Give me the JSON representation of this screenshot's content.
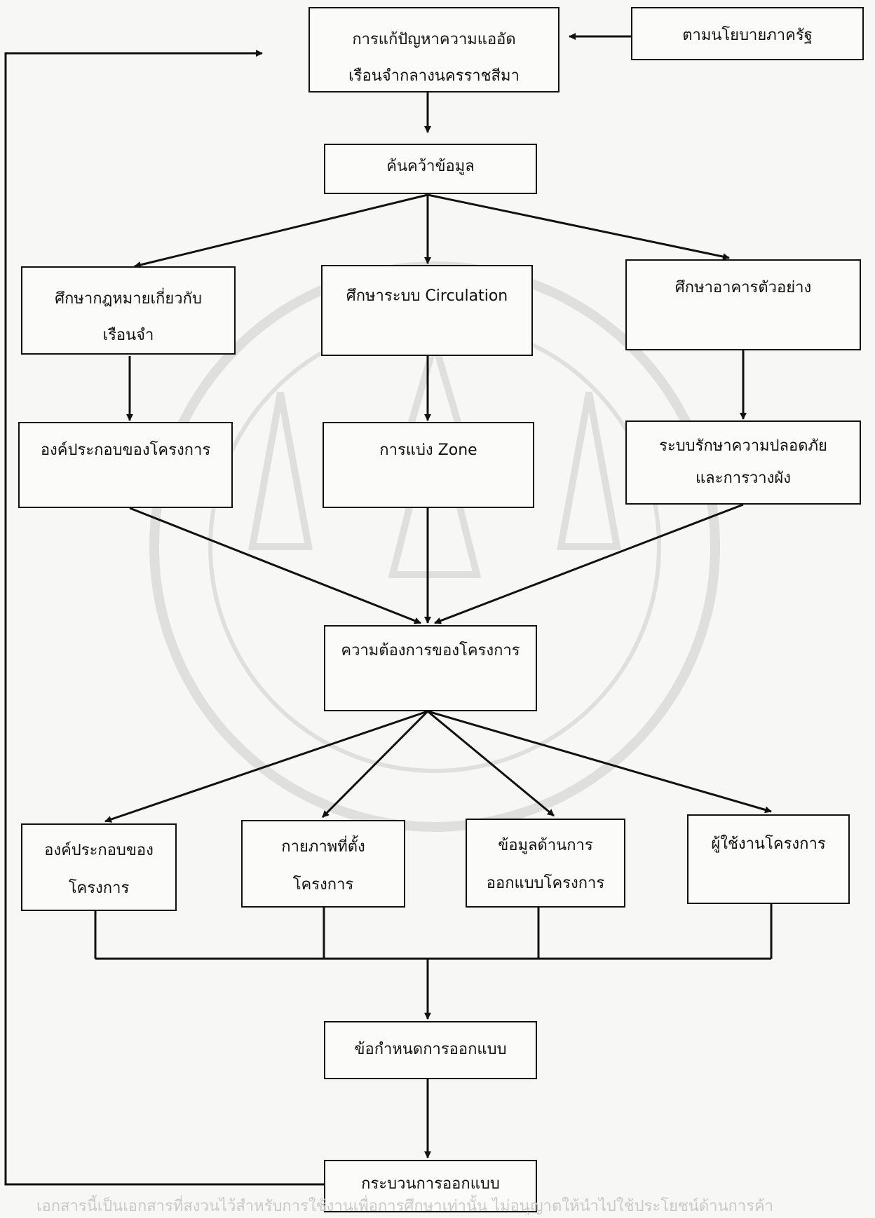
{
  "boxes": {
    "problem": [
      "การแก้ปัญหาความแออัด",
      "เรือนจำกลางนครราชสีมา"
    ],
    "policy": [
      "ตามนโยบายภาครัฐ"
    ],
    "research": [
      "ค้นคว้าข้อมูล"
    ],
    "study_law": [
      "ศึกษากฎหมายเกี่ยวกับ",
      "เรือนจำ"
    ],
    "study_circulation": [
      "ศึกษาระบบ Circulation"
    ],
    "study_examples": [
      "ศึกษาอาคารตัวอย่าง"
    ],
    "components": [
      "องค์ประกอบของโครงการ"
    ],
    "zoning": [
      "การแบ่ง Zone"
    ],
    "security": [
      "ระบบรักษาความปลอดภัย",
      "และการวางผัง"
    ],
    "needs": [
      "ความต้องการของโครงการ"
    ],
    "components2": [
      "องค์ประกอบของ",
      "โครงการ"
    ],
    "site": [
      "กายภาพที่ตั้ง",
      "โครงการ"
    ],
    "design_data": [
      "ข้อมูลด้านการ",
      "ออกแบบโครงการ"
    ],
    "users": [
      "ผู้ใช้งานโครงการ"
    ],
    "requirements": [
      "ข้อกำหนดการออกแบบ"
    ],
    "process": [
      "กระบวนการออกแบบ"
    ]
  },
  "footer": "เอกสารนี้เป็นเอกสารที่สงวนไว้สำหรับการใช้งานเพื่อการศึกษาเท่านั้น ไม่อนุญาตให้นำไปใช้ประโยชน์ด้านการค้า"
}
